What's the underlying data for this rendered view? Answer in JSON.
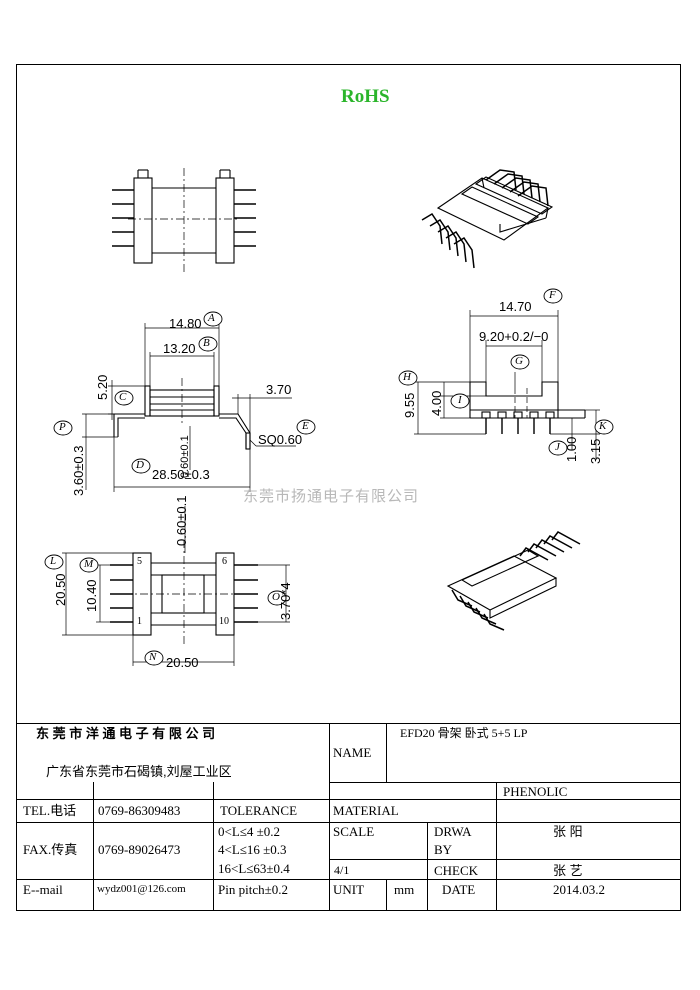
{
  "rohs": "RoHS",
  "watermark": "东莞市扬通电子有限公司",
  "dims": {
    "d1480": "14.80",
    "d1320": "13.20",
    "d520": "5.20",
    "d370": "3.70",
    "d060": "0.60±0.1",
    "sq": "SQ0.60",
    "d360": "3.60±0.3",
    "d2850": "28.50±0.3",
    "d1470": "14.70",
    "d920": "9.20+0.2/−0",
    "d955": "9.55",
    "d400": "4.00",
    "d100": "1.00",
    "d315": "3.15",
    "d060b": "0.60±0.1",
    "d2050v": "20.50",
    "d1040": "10.40",
    "d370x4": "3.70*4",
    "d2050h": "20.50",
    "pin5": "5",
    "pin6": "6",
    "pin1": "1",
    "pin10": "10"
  },
  "bubbles": [
    "A",
    "B",
    "C",
    "D",
    "E",
    "F",
    "G",
    "H",
    "I",
    "J",
    "K",
    "L",
    "M",
    "N",
    "O",
    "P"
  ],
  "title_block": {
    "company": "东 莞 市 洋 通 电 子 有 限 公 司",
    "address": "广东省东莞市石碣镇,刘屋工业区",
    "name_label": "NAME",
    "name_value": "EFD20 骨架 卧式 5+5 LP",
    "tel_label": "TEL.电话",
    "tel_value": "0769-86309483",
    "fax_label": "FAX.传真",
    "fax_value": "0769-89026473",
    "email_label": "E--mail",
    "email_value": "wydz001@126.com",
    "tolerance_label": "TOLERANCE",
    "tol1": "0<L≤4    ±0.2",
    "tol2": "4<L≤16  ±0.3",
    "tol3": "16<L≤63±0.4",
    "pin_pitch": "Pin pitch±0.2",
    "material_label": "MATERIAL",
    "material_value": "PHENOLIC",
    "scale_label": "SCALE",
    "scale_value": "4/1",
    "drawn_label_1": "DRWA",
    "drawn_label_2": "BY",
    "drawn_value": "张 阳",
    "check_label": "CHECK",
    "check_value": "张 艺",
    "unit_label": "UNIT",
    "unit_value": "mm",
    "date_label": "DATE",
    "date_value": "2014.03.2"
  }
}
